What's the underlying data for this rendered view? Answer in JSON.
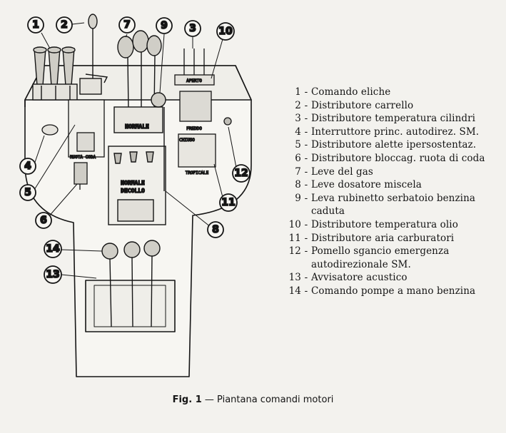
{
  "callouts": [
    "1",
    "2",
    "3",
    "4",
    "5",
    "6",
    "7",
    "8",
    "9",
    "10",
    "11",
    "12",
    "13",
    "14"
  ],
  "plates": {
    "normale_top": "NORMALE",
    "normale_bottom": "NORMALE",
    "decollo": "DECOLLO",
    "ruota_coda": "RUOTA CODA",
    "aperto": "APERTO",
    "freddo": "FREDDO",
    "chiuso": "CHIUSO",
    "tropicale": "TROPICALE"
  },
  "legend": [
    {
      "num": "1",
      "text": "Comando eliche"
    },
    {
      "num": "2",
      "text": "Distributore carrello"
    },
    {
      "num": "3",
      "text": "Distributore temperatura cilindri"
    },
    {
      "num": "4",
      "text": "Interruttore princ. autodirez. SM."
    },
    {
      "num": "5",
      "text": "Distributore alette ipersostentaz."
    },
    {
      "num": "6",
      "text": "Distributore bloccag. ruota di coda"
    },
    {
      "num": "7",
      "text": "Leve del gas"
    },
    {
      "num": "8",
      "text": "Leve dosatore miscela"
    },
    {
      "num": "9",
      "text": "Leva rubinetto serbatoio benzina caduta"
    },
    {
      "num": "10",
      "text": "Distributore temperatura olio"
    },
    {
      "num": "11",
      "text": "Distributore aria carburatori"
    },
    {
      "num": "12",
      "text": "Pomello sgancio emergenza autodirezionale SM."
    },
    {
      "num": "13",
      "text": "Avvisatore acustico"
    },
    {
      "num": "14",
      "text": "Comando pompe a mano benzina"
    }
  ],
  "caption": {
    "fig": "Fig. 1",
    "separator": "—",
    "title": "Piantana comandi motori"
  }
}
